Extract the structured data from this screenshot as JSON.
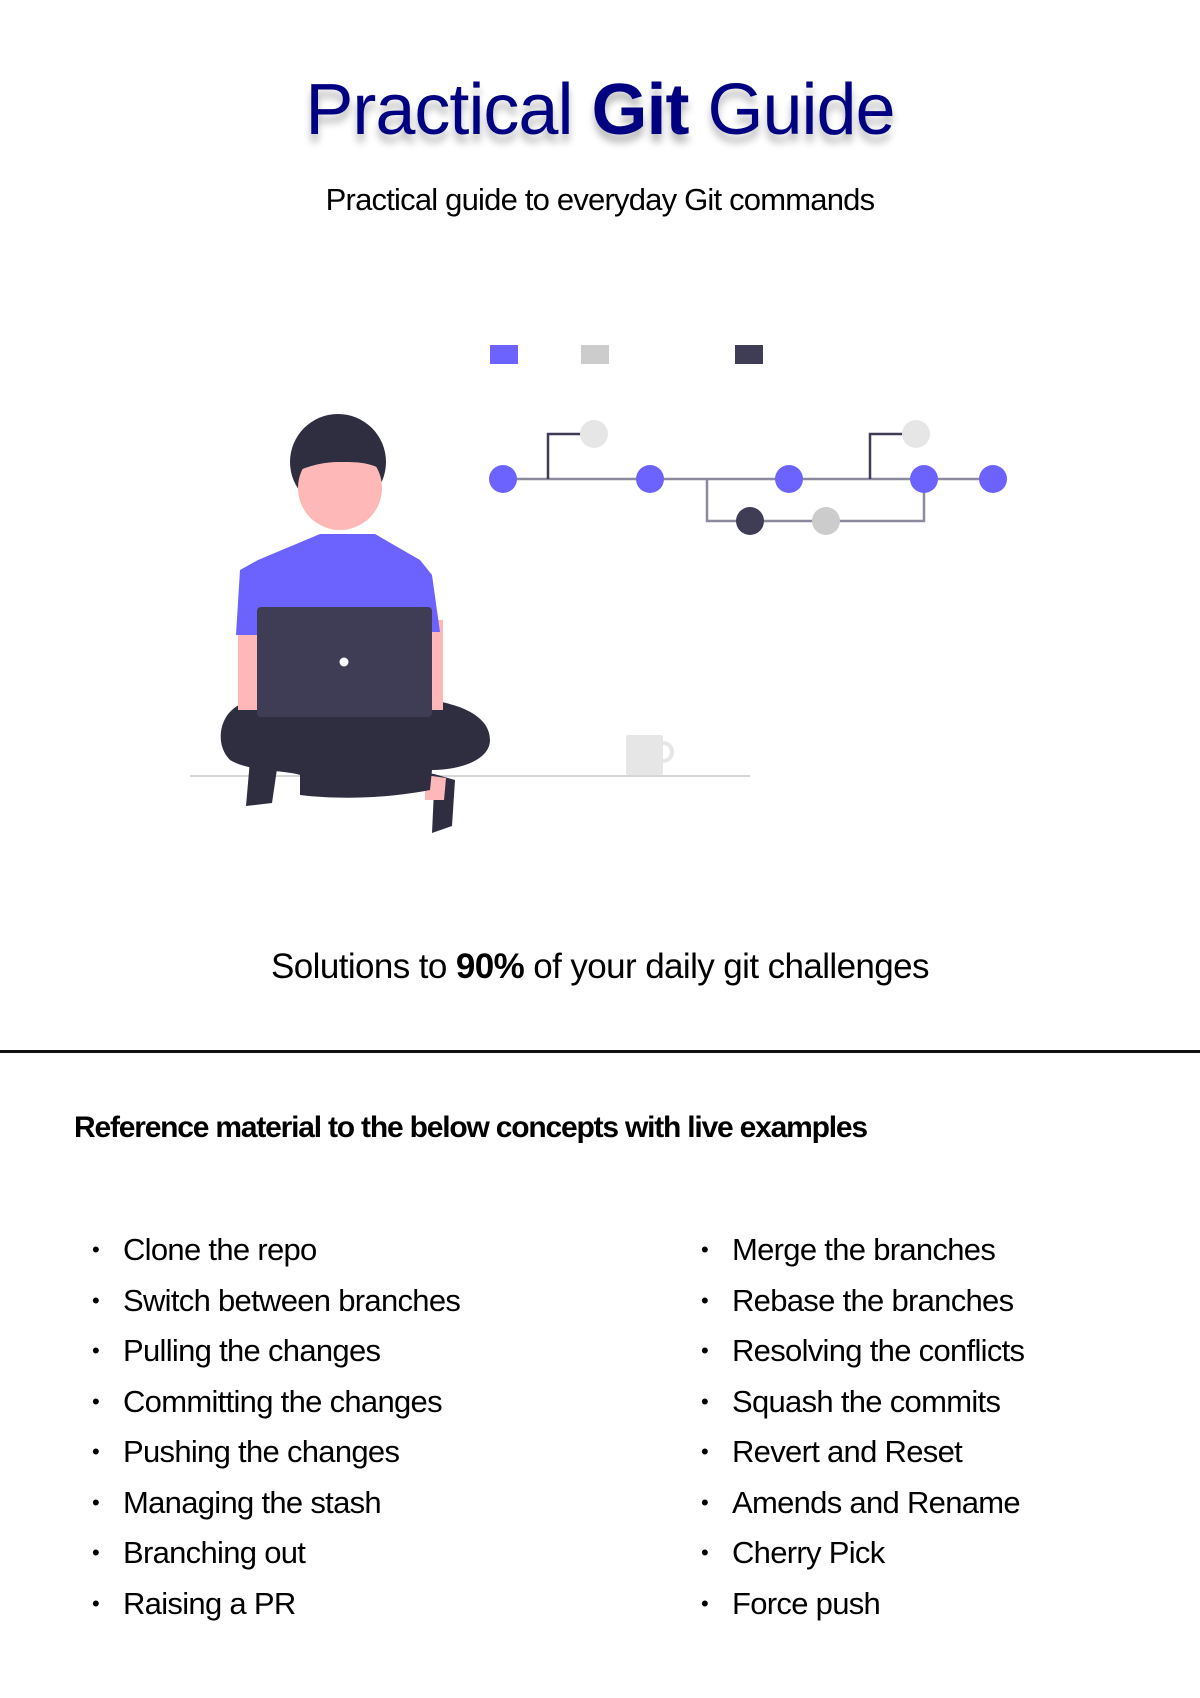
{
  "header": {
    "title_part1": "Practical ",
    "title_bold": "Git",
    "title_part2": " Guide",
    "subtitle": "Practical guide to everyday Git commands"
  },
  "illustration": {
    "description": "Person sitting cross-legged with laptop beside a git branch graph and a coffee mug",
    "colors": {
      "accent": "#6c63ff",
      "dark": "#3f3d56",
      "darker": "#2f2e41",
      "light_gray": "#e6e6e6",
      "mid_gray": "#cccccc",
      "skin": "#ffb8b8",
      "line": "#8c8a9e"
    },
    "legend_icons": [
      "accent-square-icon",
      "gray-square-icon",
      "dark-square-icon"
    ]
  },
  "tagline": {
    "prefix": "Solutions to ",
    "bold": "90%",
    "suffix": " of your daily git challenges"
  },
  "reference": {
    "heading": "Reference material to the below concepts with live examples",
    "bullet": "•",
    "left_topics": [
      "Clone the repo",
      "Switch between branches",
      "Pulling the changes",
      "Committing the changes",
      "Pushing the changes",
      "Managing the stash",
      "Branching out",
      "Raising a PR"
    ],
    "right_topics": [
      "Merge the branches",
      "Rebase the branches",
      "Resolving the conflicts",
      "Squash the commits",
      "Revert and Reset",
      "Amends and Rename",
      "Cherry Pick",
      "Force push"
    ]
  }
}
